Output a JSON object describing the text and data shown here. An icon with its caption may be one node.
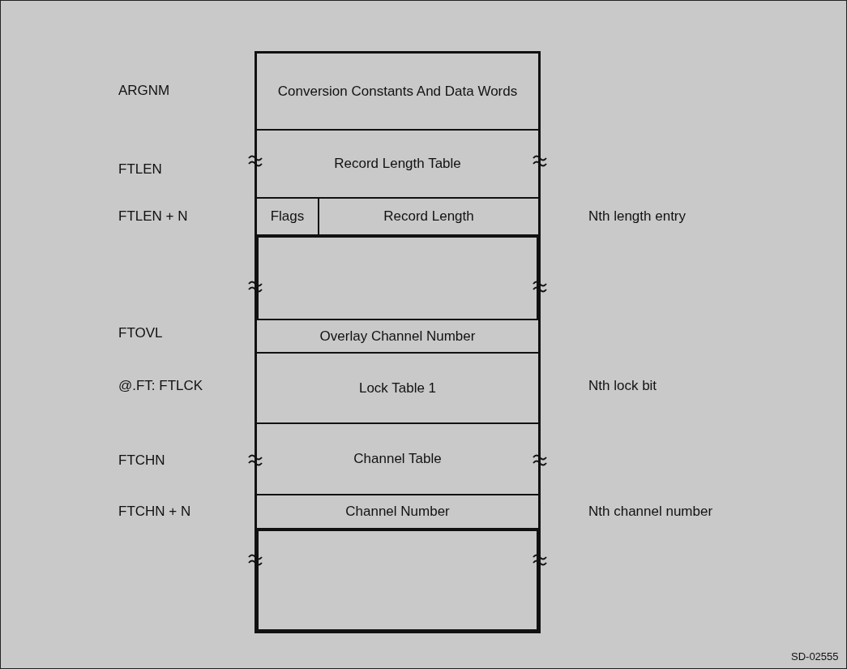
{
  "diagram": {
    "nodes": [
      {
        "text": [
          "Conversion Constants And Data Words"
        ]
      },
      {
        "text": [
          "Record Length Table"
        ]
      },
      {
        "text": [
          "Flags"
        ]
      },
      {
        "text": [
          "Record Length"
        ]
      },
      {
        "text": [],
        "shape": "box"
      },
      {
        "text": [
          "Overlay Channel Number"
        ]
      },
      {
        "text": [
          "Lock Table 1"
        ]
      },
      {
        "text": [
          "Channel Table"
        ]
      },
      {
        "text": [
          "Channel Number"
        ]
      },
      {
        "text": [],
        "shape": "box"
      }
    ],
    "edges": [],
    "labels": [
      "ARGNM",
      "FTLEN",
      "FTLEN + N",
      "Nth length entry",
      "FTOVL",
      "@.FT: FTLCK",
      "Nth lock bit",
      "FTCHN",
      "FTCHN + N",
      "Nth channel number",
      "SD-02555"
    ]
  }
}
